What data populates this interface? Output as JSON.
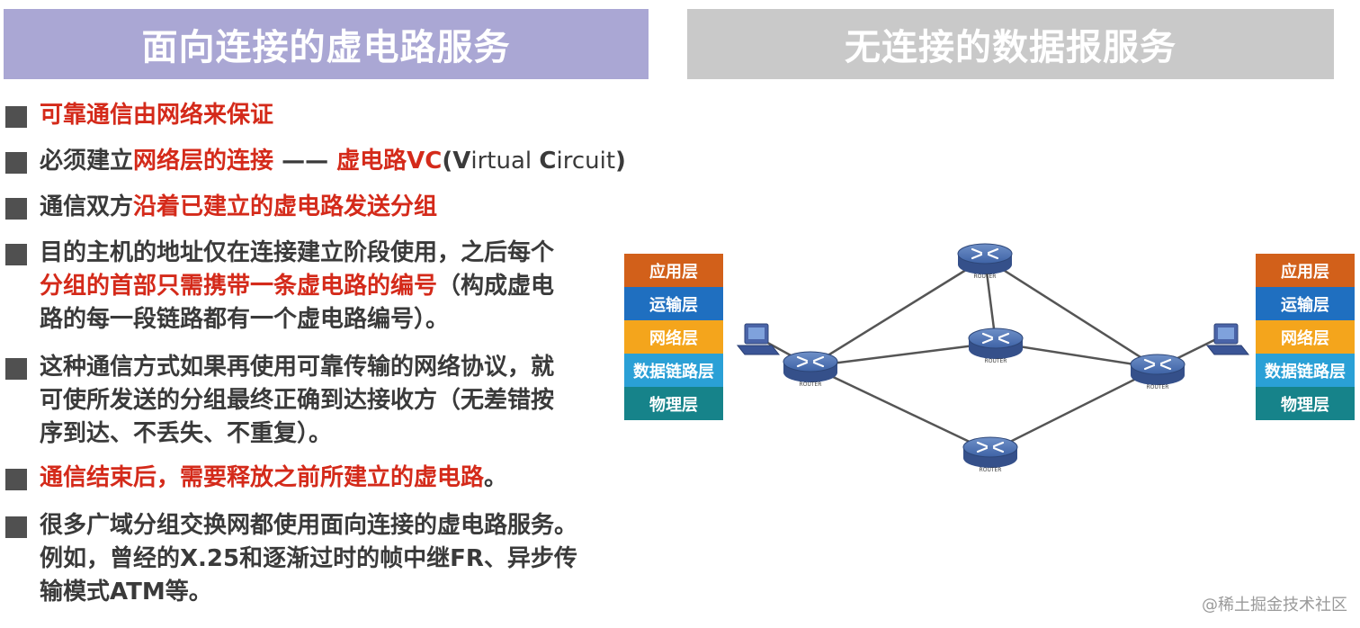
{
  "banners": {
    "left": "面向连接的虚电路服务",
    "right": "无连接的数据报服务"
  },
  "bullets": {
    "b1": {
      "r1": "可靠通信由网络来保证"
    },
    "b2": {
      "p1": "必须建立",
      "r1": "网络层的连接",
      "p2": " —— ",
      "r2": "虚电路VC",
      "p3": "(V",
      "l1": "irtual ",
      "p4": "C",
      "l2": "ircuit",
      "p5": ")"
    },
    "b3": {
      "p1": "通信双方",
      "r1": "沿着已建立的虚电路发送分组"
    },
    "b4": {
      "line1": "目的主机的地址仅在连接建立阶段使用，之后每个",
      "r1": "分组的首部只需携带一条虚电路的编号",
      "p2": "（构成虚电",
      "line3": "路的每一段链路都有一个虚电路编号）。"
    },
    "b5": {
      "line1": "这种通信方式如果再使用可靠传输的网络协议，就",
      "line2": "可使所发送的分组最终正确到达接收方（无差错按",
      "line3": "序到达、不丢失、不重复）。"
    },
    "b6": {
      "r1": "通信结束后，需要释放之前所建立的虚电路",
      "p2": "。"
    },
    "b7": {
      "line1": "很多广域分组交换网都使用面向连接的虚电路服务。",
      "line2": "例如，曾经的X.25和逐渐过时的帧中继FR、异步传",
      "line3": "输模式ATM等。"
    }
  },
  "layers": {
    "left": [
      "应用层",
      "运输层",
      "网络层",
      "数据链路层",
      "物理层"
    ],
    "right": [
      "应用层",
      "运输层",
      "网络层",
      "数据链路层",
      "物理层"
    ],
    "colors": [
      "#d2601a",
      "#1f6fc0",
      "#f4a51c",
      "#2aa0d6",
      "#16838a"
    ]
  },
  "router_label": "ROUTER",
  "watermark": "@稀土掘金技术社区"
}
